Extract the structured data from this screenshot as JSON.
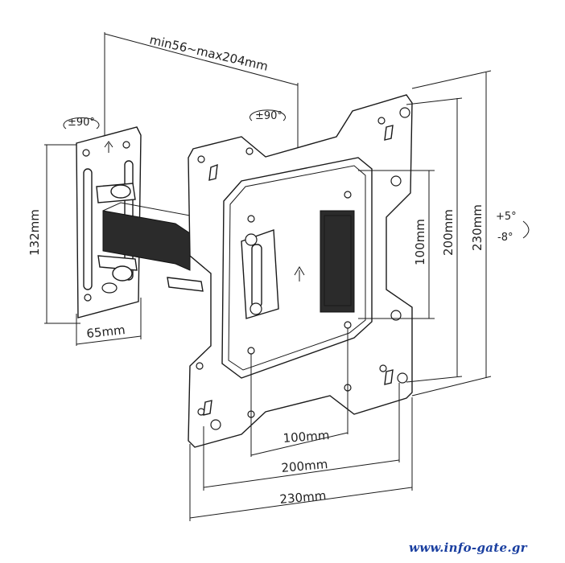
{
  "dimensions": {
    "arm_range": "min56~max204mm",
    "wall_plate_height": "132mm",
    "wall_plate_width": "65mm",
    "vesa_h_small": "100mm",
    "vesa_h_medium": "200mm",
    "vesa_h_large": "230mm",
    "vesa_w_small": "100mm",
    "vesa_w_medium": "200mm",
    "vesa_w_large": "230mm"
  },
  "rotations": {
    "swivel_left": "±90°",
    "swivel_right": "±90°",
    "tilt_up": "+5°",
    "tilt_down": "-8°"
  },
  "watermark": "www.info-gate.gr",
  "colors": {
    "line": "#1a1a1a",
    "watermark": "#1a3fa0",
    "background": "#ffffff"
  }
}
